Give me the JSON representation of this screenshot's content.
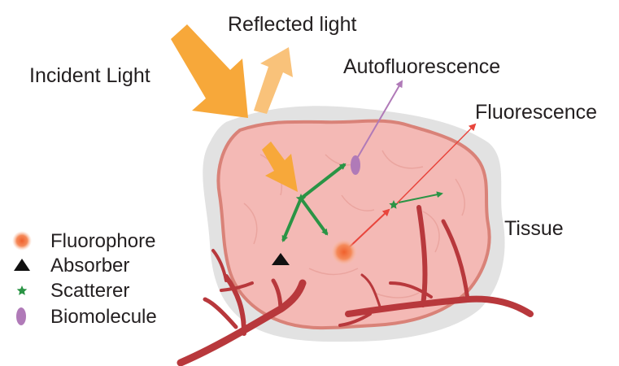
{
  "labels": {
    "incident": "Incident Light",
    "reflected": "Reflected light",
    "autofluorescence": "Autofluorescence",
    "fluorescence": "Fluorescence",
    "tissue": "Tissue"
  },
  "legend": {
    "fluorophore": "Fluorophore",
    "absorber": "Absorber",
    "scatterer": "Scatterer",
    "biomolecule": "Biomolecule"
  },
  "colors": {
    "incident_arrow": "#f7a83a",
    "reflected_arrow": "#f9c27a",
    "tissue_fill": "#f4b9b5",
    "tissue_border": "#d98278",
    "halo": "#e2e2e2",
    "vessel": "#b8383c",
    "scatter_arrow": "#2a9445",
    "fluorescence_arrow": "#e8453c",
    "autofluorescence_arrow": "#b07ab8",
    "fluorophore": "#ef6a3a",
    "absorber": "#111111",
    "biomolecule": "#b07ab8"
  }
}
